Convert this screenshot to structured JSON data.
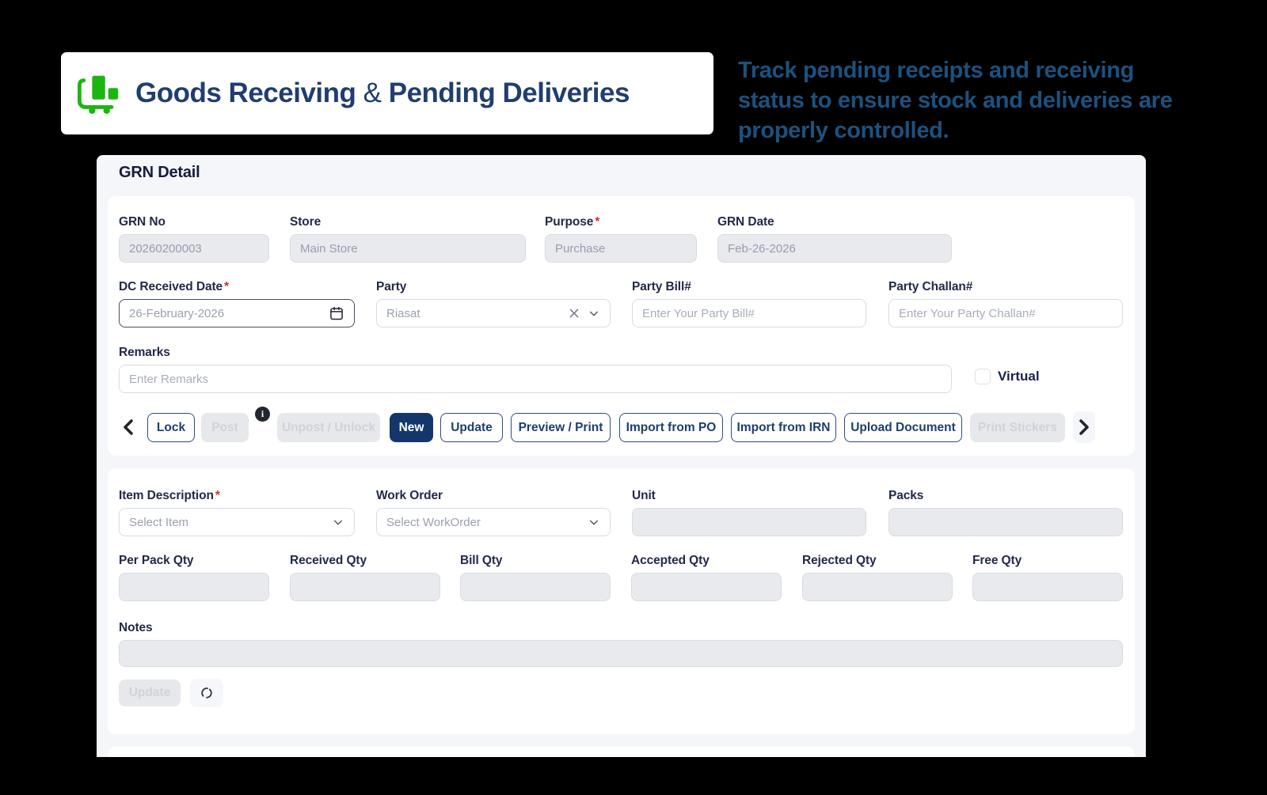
{
  "header": {
    "title_part1": "Goods Receiving",
    "title_amp": "&",
    "title_part2": "Pending Deliveries",
    "tagline": "Track pending receipts and receiving status to ensure stock and deliveries are properly controlled.",
    "icon": "hand-truck-icon"
  },
  "misc": {
    "required_marker": "*"
  },
  "colors": {
    "icon_green": "#1db512",
    "title_navy": "#203e6e",
    "tagline_blue": "#1b527f",
    "accent_navy": "#14366b",
    "panel_bg": "#f5f6fa",
    "disabled_bg": "#e9eaee",
    "required_red": "#e02b2b"
  },
  "grn_panel": {
    "title": "GRN Detail",
    "header_form": {
      "grn_no": {
        "label": "GRN No",
        "value": "20260200003"
      },
      "store": {
        "label": "Store",
        "value": "Main Store"
      },
      "purpose": {
        "label": "Purpose",
        "value": "Purchase"
      },
      "grn_date": {
        "label": "GRN Date",
        "value": "Feb-26-2026"
      },
      "dc_received_date": {
        "label": "DC Received Date",
        "value": "26-February-2026"
      },
      "party": {
        "label": "Party",
        "value": "Riasat"
      },
      "party_bill": {
        "label": "Party Bill#",
        "placeholder": "Enter Your Party Bill#"
      },
      "party_challan": {
        "label": "Party Challan#",
        "placeholder": "Enter Your Party Challan#"
      },
      "remarks": {
        "label": "Remarks",
        "placeholder": "Enter Remarks"
      },
      "virtual": {
        "label": "Virtual",
        "checked": false
      }
    },
    "toolbar": {
      "buttons": [
        {
          "label": "Lock",
          "state": "outline"
        },
        {
          "label": "Post",
          "state": "disabled"
        },
        {
          "label": "Unpost / Unlock",
          "state": "disabled"
        },
        {
          "label": "New",
          "state": "primary"
        },
        {
          "label": "Update",
          "state": "outline"
        },
        {
          "label": "Preview / Print",
          "state": "outline"
        },
        {
          "label": "Import from PO",
          "state": "outline"
        },
        {
          "label": "Import from IRN",
          "state": "outline"
        },
        {
          "label": "Upload Document",
          "state": "outline"
        },
        {
          "label": "Print Stickers",
          "state": "disabled"
        }
      ]
    },
    "item_form": {
      "item_description": {
        "label": "Item Description",
        "placeholder": "Select Item"
      },
      "work_order": {
        "label": "Work Order",
        "placeholder": "Select WorkOrder"
      },
      "unit": {
        "label": "Unit",
        "value": ""
      },
      "packs": {
        "label": "Packs",
        "value": ""
      },
      "per_pack_qty": {
        "label": "Per Pack Qty",
        "value": ""
      },
      "received_qty": {
        "label": "Received Qty",
        "value": ""
      },
      "bill_qty": {
        "label": "Bill Qty",
        "value": ""
      },
      "accepted_qty": {
        "label": "Accepted Qty",
        "value": ""
      },
      "rejected_qty": {
        "label": "Rejected Qty",
        "value": ""
      },
      "free_qty": {
        "label": "Free Qty",
        "value": ""
      },
      "notes": {
        "label": "Notes",
        "value": ""
      },
      "update_button": "Update"
    }
  }
}
